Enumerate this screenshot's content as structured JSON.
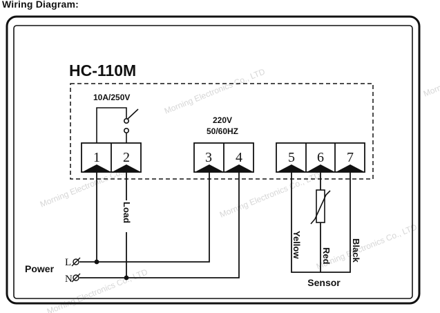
{
  "page_title": "Wiring Diagram:",
  "model": "HC-110M",
  "relay_rating": "10A/250V",
  "supply_voltage": "220V",
  "supply_frequency": "50/60HZ",
  "terminals": [
    "1",
    "2",
    "3",
    "4",
    "5",
    "6",
    "7"
  ],
  "load_label": "Load",
  "power_label": "Power",
  "line_label": "L",
  "neutral_label": "N",
  "sensor_label": "Sensor",
  "sensor_wires": [
    "Yellow",
    "Red",
    "Black"
  ],
  "watermark": "Morning Electronics Co., LTD",
  "colors": {
    "line": "#111111",
    "background": "#ffffff",
    "watermark": "#d6d6d6"
  }
}
